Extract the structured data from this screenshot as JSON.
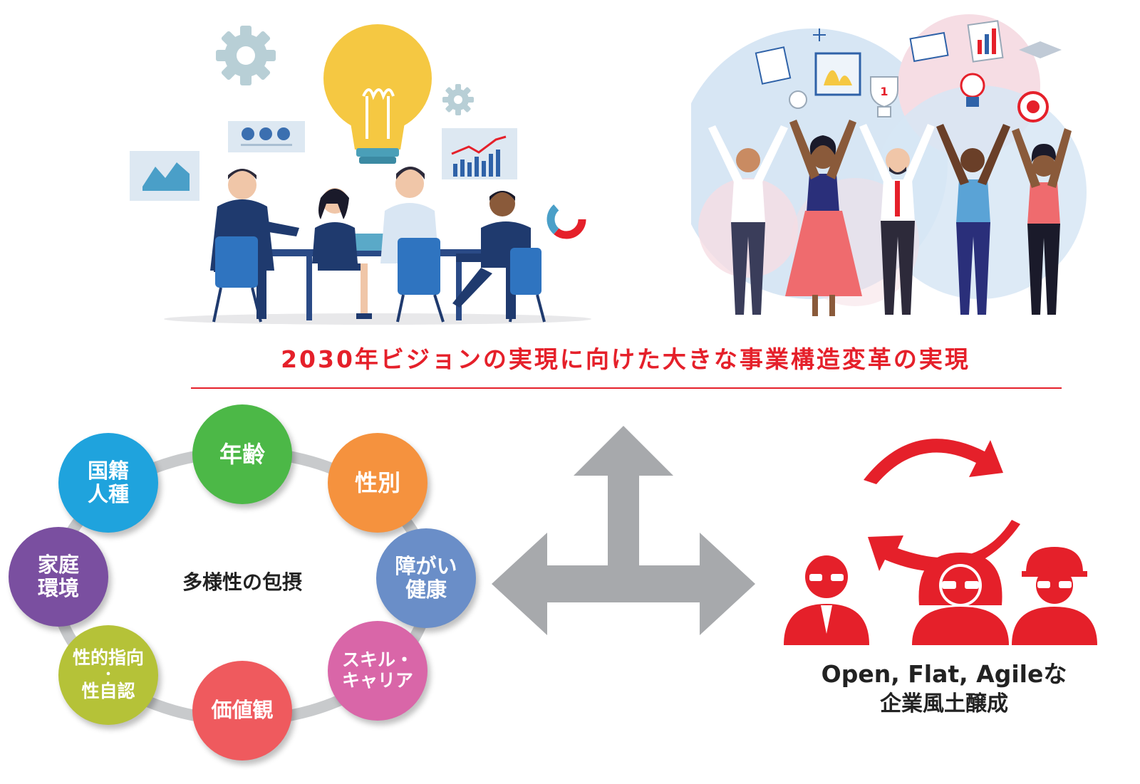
{
  "headline": {
    "text": "2030年ビジョンの実現に向けた大きな事業構造変革の実現",
    "color": "#e5202a"
  },
  "meeting_illustration": {
    "chart_icon_label": "1"
  },
  "diversity": {
    "center_label": "多様性の包摂",
    "items": [
      {
        "lines": [
          "年齢"
        ],
        "color": "#4cb847"
      },
      {
        "lines": [
          "性別"
        ],
        "color": "#f5923e"
      },
      {
        "lines": [
          "障がい",
          "健康"
        ],
        "color": "#6a8ec8"
      },
      {
        "lines": [
          "スキル・",
          "キャリア"
        ],
        "color": "#d966a8"
      },
      {
        "lines": [
          "価値観"
        ],
        "color": "#ef5a5e"
      },
      {
        "lines": [
          "性的指向",
          "・",
          "性自認"
        ],
        "color": "#b5c238"
      },
      {
        "lines": [
          "家庭",
          "環境"
        ],
        "color": "#7a4fa0"
      },
      {
        "lines": [
          "国籍",
          "人種"
        ],
        "color": "#1fa3dd"
      }
    ]
  },
  "culture": {
    "line1": "Open, Flat, Agileな",
    "line2": "企業風土醸成",
    "icon_color": "#e5202a"
  },
  "arrow_color": "#a7a9ac"
}
